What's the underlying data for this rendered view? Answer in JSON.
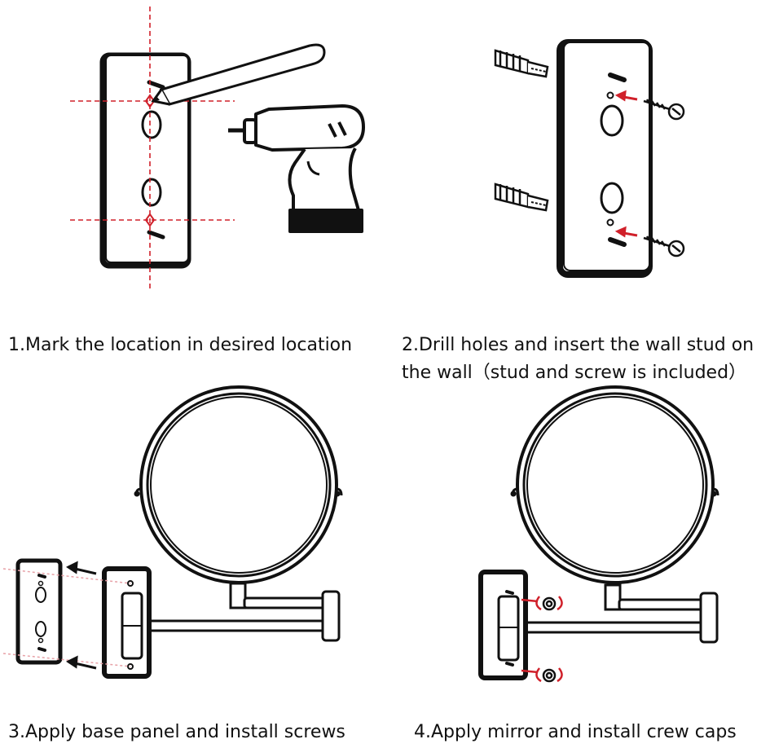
{
  "steps": [
    {
      "number": "1",
      "caption": "1.Mark the location in desired location"
    },
    {
      "number": "2",
      "caption": "2.Drill holes and insert the wall stud on the wall（stud and screw is included）"
    },
    {
      "number": "3",
      "caption": "3.Apply base panel and install screws"
    },
    {
      "number": "4",
      "caption": "4.Apply mirror and install crew caps"
    }
  ],
  "colors": {
    "line": "#111111",
    "accent_red": "#d0202a",
    "guide_pink": "#e7a0a6",
    "fill_black": "#111111"
  },
  "icons": [
    "pencil-icon",
    "drill-icon",
    "wall-anchor-icon",
    "screw-icon",
    "arrow-icon",
    "screw-cap-icon"
  ]
}
